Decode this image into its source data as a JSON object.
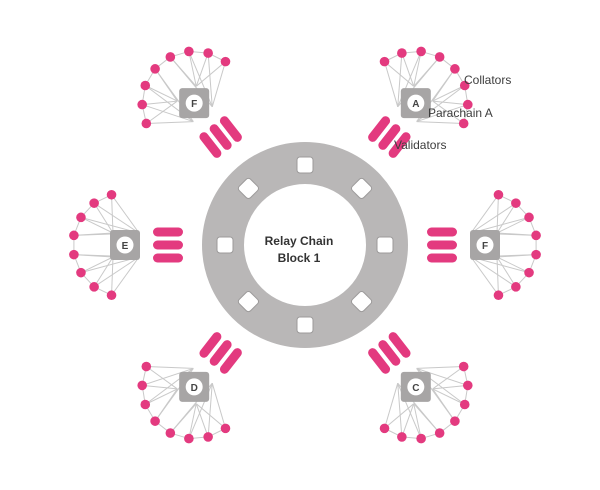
{
  "relay_chain": {
    "title_line1": "Relay Chain",
    "title_line2": "Block 1"
  },
  "parachains": [
    {
      "id": "A",
      "letter": "A"
    },
    {
      "id": "F-right",
      "letter": "F"
    },
    {
      "id": "C",
      "letter": "C"
    },
    {
      "id": "D",
      "letter": "D"
    },
    {
      "id": "E",
      "letter": "E"
    },
    {
      "id": "F-top",
      "letter": "F"
    }
  ],
  "annotations": {
    "collators": "Collators",
    "parachain": "Parachain A",
    "validators": "Validators"
  },
  "colors": {
    "ring": "#b9b7b7",
    "square": "#a7a5a5",
    "node": "#e33a7f",
    "line": "#c9c9c9",
    "text": "#3d3d3d"
  }
}
